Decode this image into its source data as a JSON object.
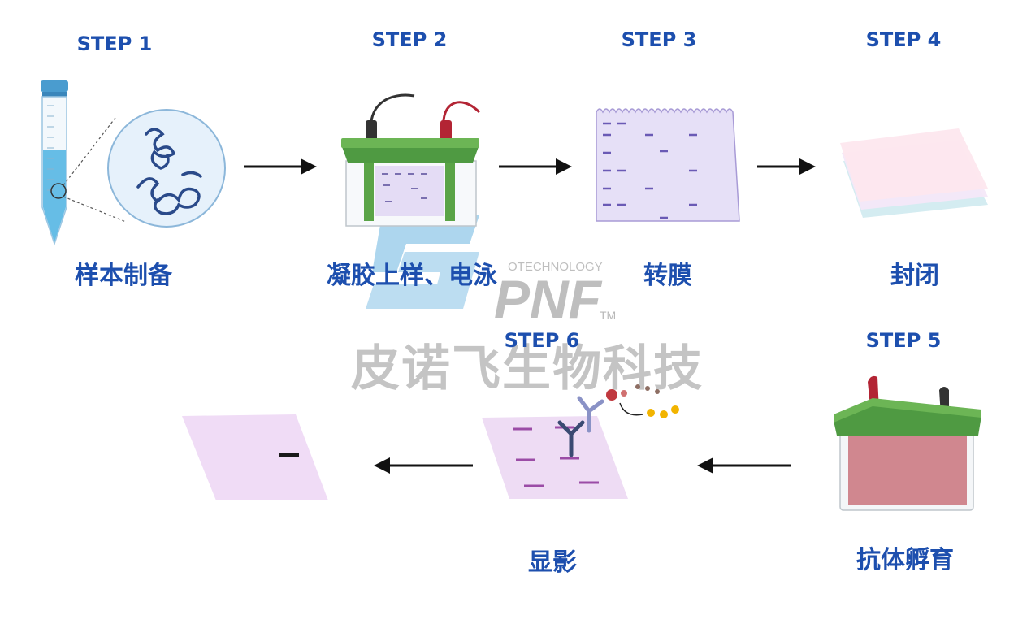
{
  "steps": [
    {
      "step": "STEP 1",
      "label": "样本制备"
    },
    {
      "step": "STEP 2",
      "label": "凝胶上样、电泳"
    },
    {
      "step": "STEP 3",
      "label": "转膜"
    },
    {
      "step": "STEP 4",
      "label": "封闭"
    },
    {
      "step": "STEP 5",
      "label": "抗体孵育"
    },
    {
      "step": "STEP 6",
      "label": "显影"
    }
  ],
  "watermark": {
    "brand": "PNF",
    "tm": "TM",
    "tech": "OTECHNOLOGY",
    "company": "皮诺飞生物科技"
  },
  "colors": {
    "heading": "#1d4fae",
    "gel_green": "#5aa447",
    "membrane_lilac": "#e8dcf4",
    "band_purple": "#9b4ca6",
    "watermark_blue": "#6ab4e0"
  }
}
